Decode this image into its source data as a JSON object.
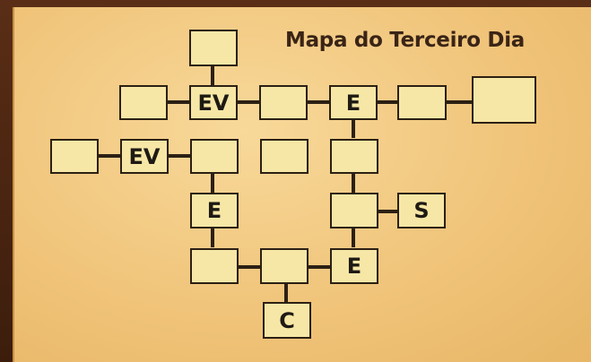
{
  "map": {
    "title": "Mapa do Terceiro Dia",
    "rooms": {
      "top": "",
      "r1c1": "",
      "r1_ev": "EV",
      "r1c3": "",
      "r1_e": "E",
      "r1c5": "",
      "r1c6": "",
      "r2c0": "",
      "r2_ev": "EV",
      "r2c2": "",
      "r2c3": "",
      "r2c4": "",
      "r3_e": "E",
      "r3c4": "",
      "r3_s": "S",
      "r4c2": "",
      "r4c3": "",
      "r4_e": "E",
      "r5_c": "C"
    }
  },
  "colors": {
    "background": "#f0c47a",
    "room_fill": "#f7e7a6",
    "outline": "#2c2014"
  }
}
